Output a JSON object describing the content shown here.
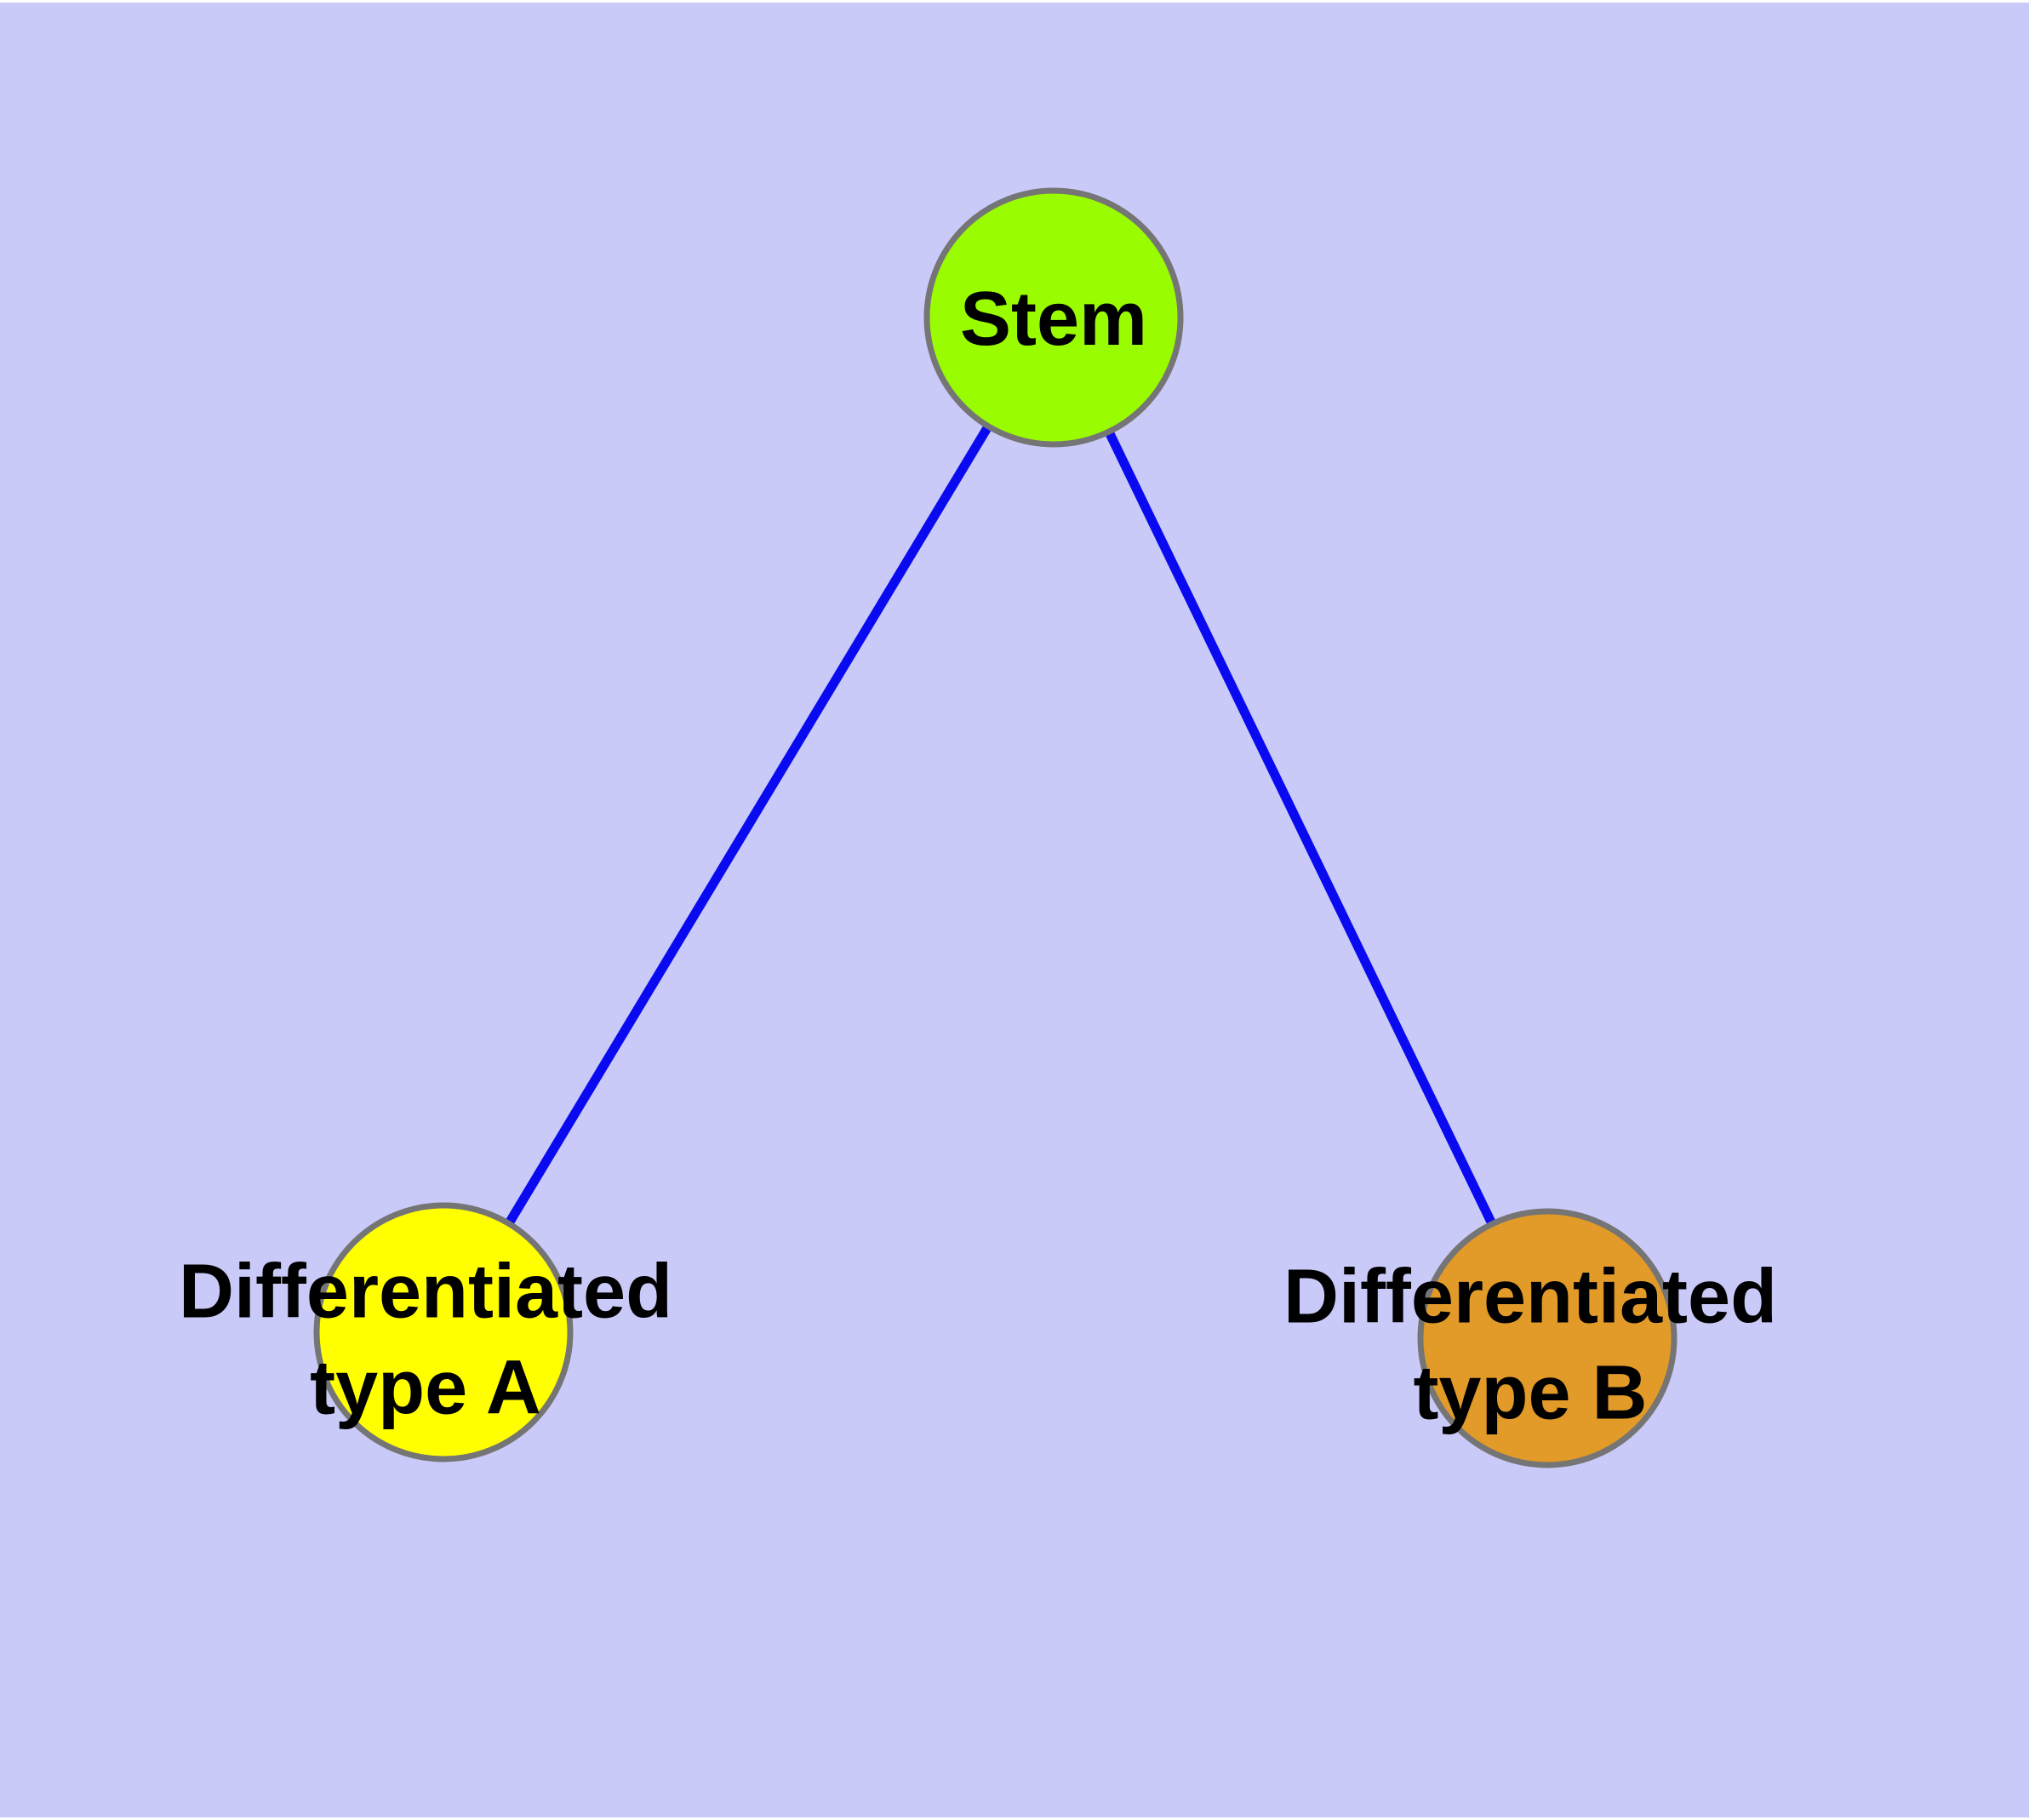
{
  "diagram": {
    "type": "node-link-graph",
    "colors": {
      "background": "#CACAF9",
      "page_margin": "#FFFFFF",
      "node_border": "#757575",
      "edge": "#0A0AF0",
      "label_text": "#000000",
      "stem_fill": "#9AFC01",
      "type_a_fill": "#FFFF00",
      "type_b_fill": "#E29A28"
    },
    "nodes": {
      "stem": {
        "label": "Stem",
        "fill": "#9AFC01"
      },
      "type_a": {
        "label": "Differentiated type A",
        "label_lines": [
          "Differentiated",
          "type A"
        ],
        "fill": "#FFFF00"
      },
      "type_b": {
        "label": "Differentiated type B",
        "label_lines": [
          "Differentiated",
          "type B"
        ],
        "fill": "#E29A28"
      }
    },
    "edges": [
      {
        "from": "Stem",
        "to": "Differentiated type A"
      },
      {
        "from": "Stem",
        "to": "Differentiated type B"
      }
    ]
  }
}
